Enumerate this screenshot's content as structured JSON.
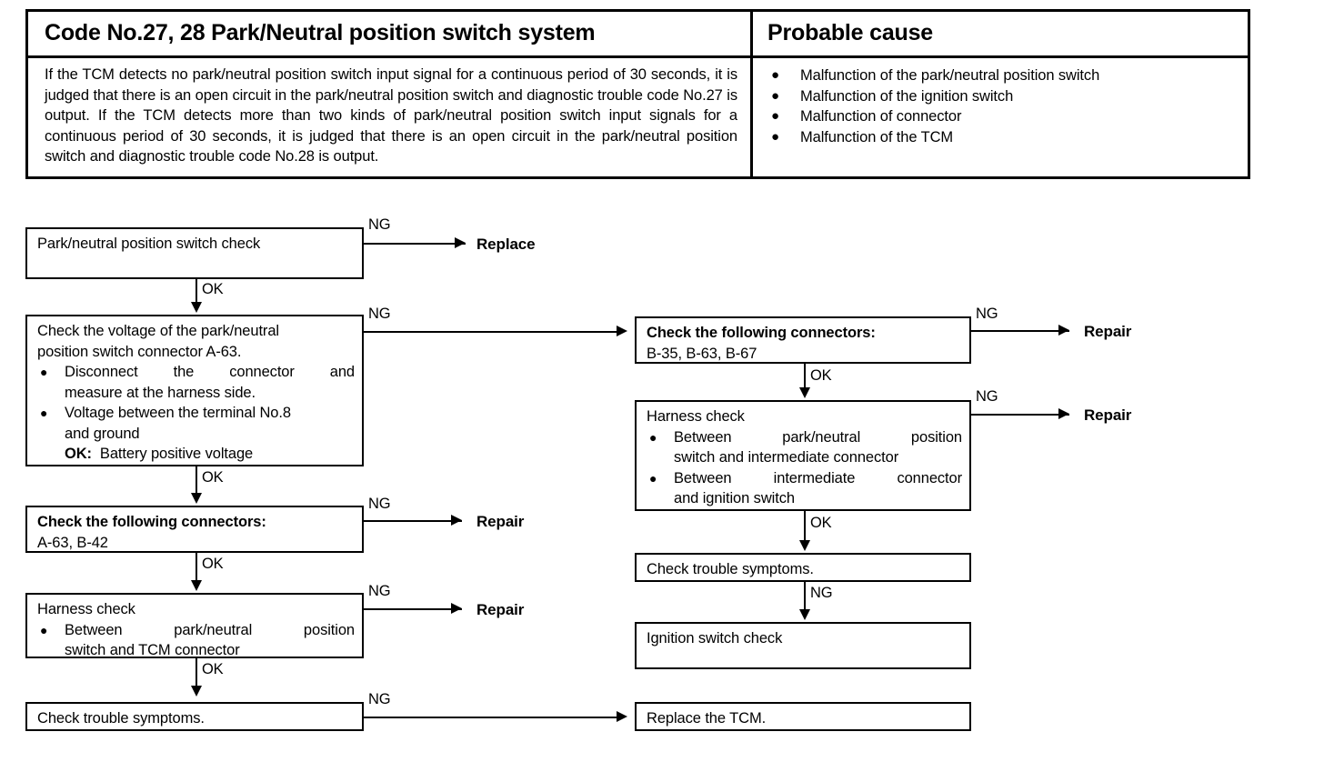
{
  "table": {
    "title_left": "Code No.27, 28 Park/Neutral position switch system",
    "title_right": "Probable cause",
    "description": "If the TCM detects no park/neutral position switch input signal for a continuous period of 30 seconds, it is judged that there is an open circuit in the park/neutral position switch and diagnostic trouble code No.27 is output. If the TCM detects more than two kinds of park/neutral position switch input signals for a continuous period of 30 seconds, it is judged that there is an open circuit in the park/neutral position switch and diagnostic trouble code No.28 is output.",
    "causes": [
      "Malfunction of the park/neutral position switch",
      "Malfunction of the ignition switch",
      "Malfunction of connector",
      "Malfunction of the TCM"
    ],
    "bullet_glyph": "●"
  },
  "flow": {
    "bullet_glyph": "●",
    "labels": {
      "ng": "NG",
      "ok": "OK",
      "replace": "Replace",
      "repair": "Repair"
    },
    "left": {
      "n1": {
        "title": "Park/neutral position switch check"
      },
      "n2": {
        "title_l1": "Check the voltage of the park/neutral",
        "title_l2": "position switch connector A-63.",
        "b1_l1": "Disconnect the connector and",
        "b1_l2": "measure at the harness side.",
        "b2_l1": "Voltage between the terminal No.8",
        "b2_l2": "and ground",
        "b2_l3_bold": "OK:",
        "b2_l3_rest": "Battery positive voltage"
      },
      "n3": {
        "title": "Check the following connectors:",
        "sub": "A-63, B-42"
      },
      "n4": {
        "title": "Harness check",
        "b1_l1": "Between park/neutral position",
        "b1_l2": "switch and TCM connector"
      },
      "n5": {
        "title": "Check trouble symptoms."
      }
    },
    "right": {
      "n1": {
        "title": "Check the following connectors:",
        "sub": "B-35, B-63, B-67"
      },
      "n2": {
        "title": "Harness check",
        "b1_l1": "Between park/neutral position",
        "b1_l2": "switch and intermediate connector",
        "b2_l1": "Between intermediate connector",
        "b2_l2": "and ignition switch"
      },
      "n3": {
        "title": "Check trouble symptoms."
      },
      "n4": {
        "title": "Ignition switch check"
      },
      "n5": {
        "title": "Replace the TCM."
      }
    }
  }
}
